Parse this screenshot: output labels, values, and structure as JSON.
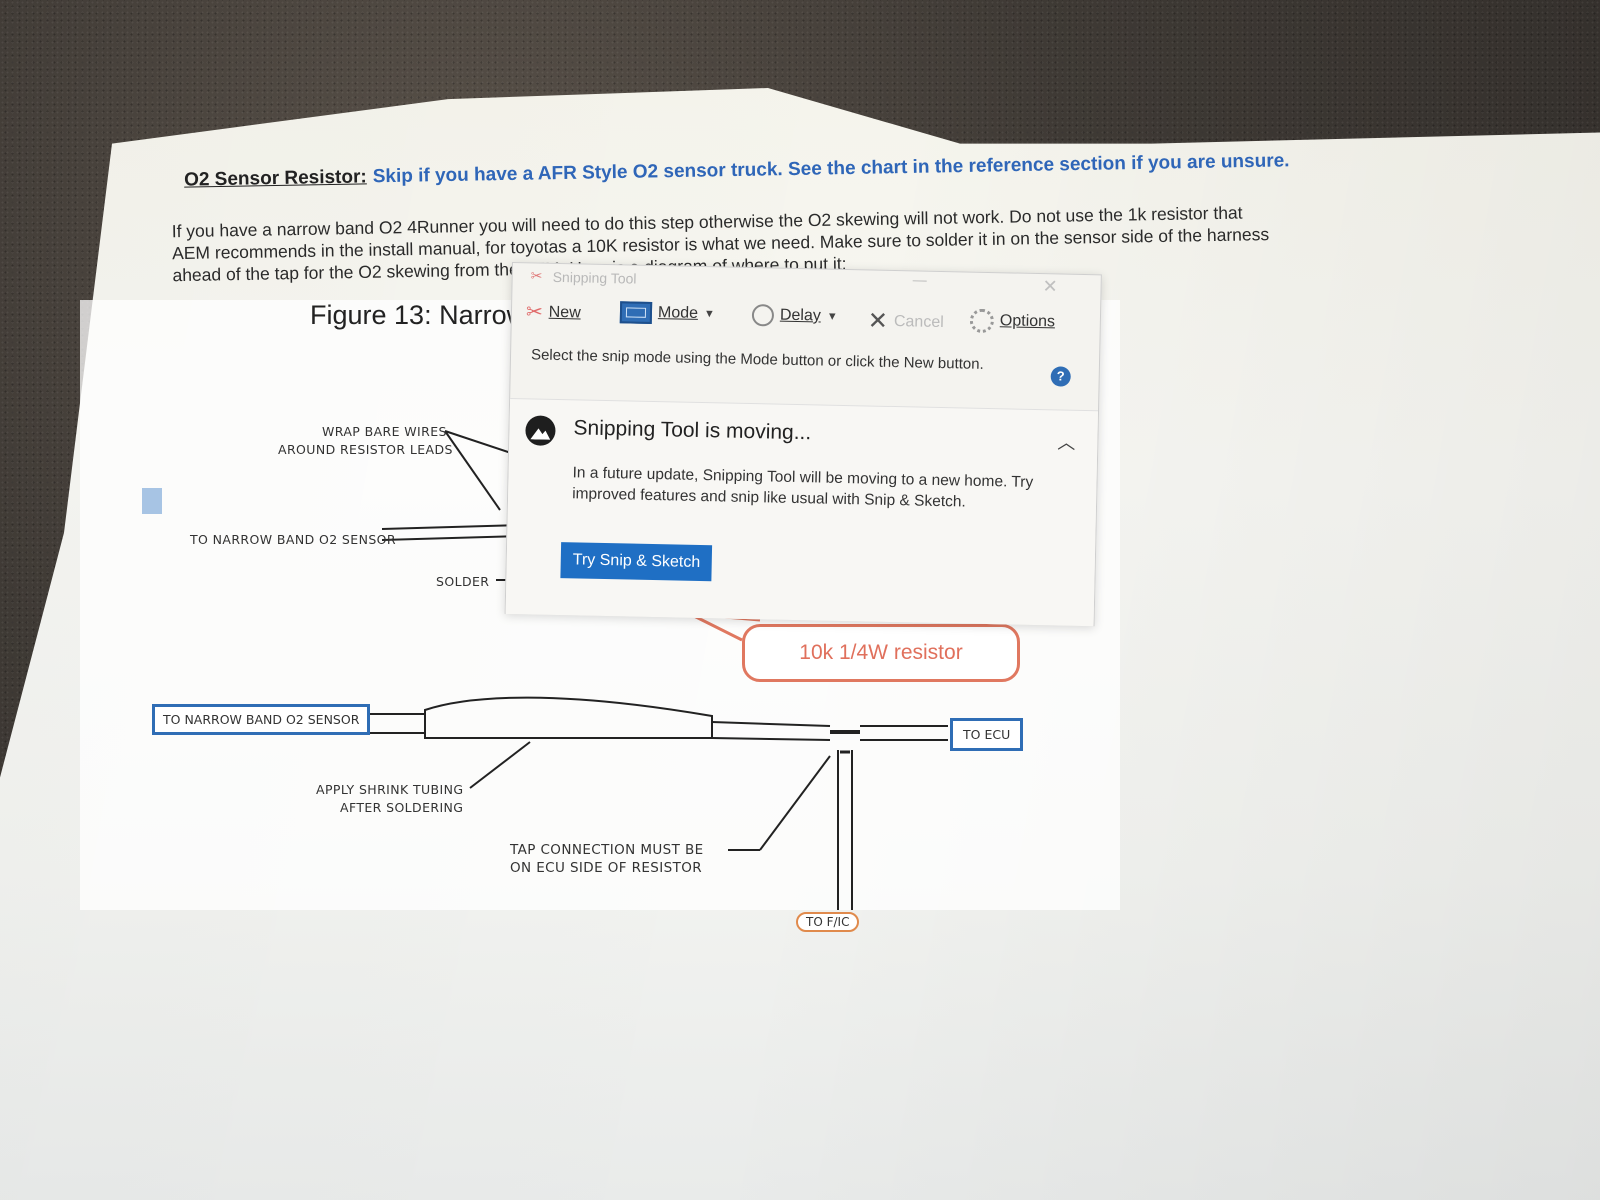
{
  "document": {
    "heading_lead": "O2 Sensor Resistor:",
    "heading_rest": "Skip if you have a AFR Style O2 sensor truck. See the chart in the reference section if you are unsure.",
    "body_lines": [
      "If you have a narrow band O2 4Runner you will need to do this step otherwise the O2 skewing will not work. Do not use the 1k resistor that",
      "AEM recommends in the install manual, for toyotas a 10K resistor is what we need. Make sure to solder it in on the sensor side of the harness",
      "ahead of the tap for the O2 skewing from the AFM. Here is a diagram of where to put it:"
    ],
    "figure_title": "Figure 13: Narrow"
  },
  "diagram": {
    "wrap_line1": "WRAP BARE WIRES",
    "wrap_line2": "AROUND RESISTOR LEADS",
    "to_sensor_top": "TO NARROW BAND O2 SENSOR",
    "solder": "SOLDER",
    "to_sensor_boxed": "TO NARROW BAND O2 SENSOR",
    "resistor_callout": "10k 1/4W resistor",
    "to_ecu": "TO ECU",
    "shrink_line1": "APPLY SHRINK TUBING",
    "shrink_line2": "AFTER SOLDERING",
    "tap_line1": "TAP CONNECTION MUST BE",
    "tap_line2": "ON ECU SIDE OF RESISTOR",
    "to_fic": "TO F/IC"
  },
  "snipping_tool": {
    "title": "Snipping Tool",
    "toolbar": {
      "new": "New",
      "mode": "Mode",
      "delay": "Delay",
      "cancel": "Cancel",
      "options": "Options"
    },
    "instruction": "Select the snip mode using the Mode button or click the New button.",
    "help": "?",
    "notice_title": "Snipping Tool is moving...",
    "notice_body": "In a future update, Snipping Tool will be moving to a new home. Try improved features and snip like usual with Snip & Sketch.",
    "try_button": "Try Snip & Sketch"
  },
  "colors": {
    "accent_blue": "#2f6db5",
    "callout_red": "#e07860",
    "heading_blue": "#2f66b8"
  }
}
